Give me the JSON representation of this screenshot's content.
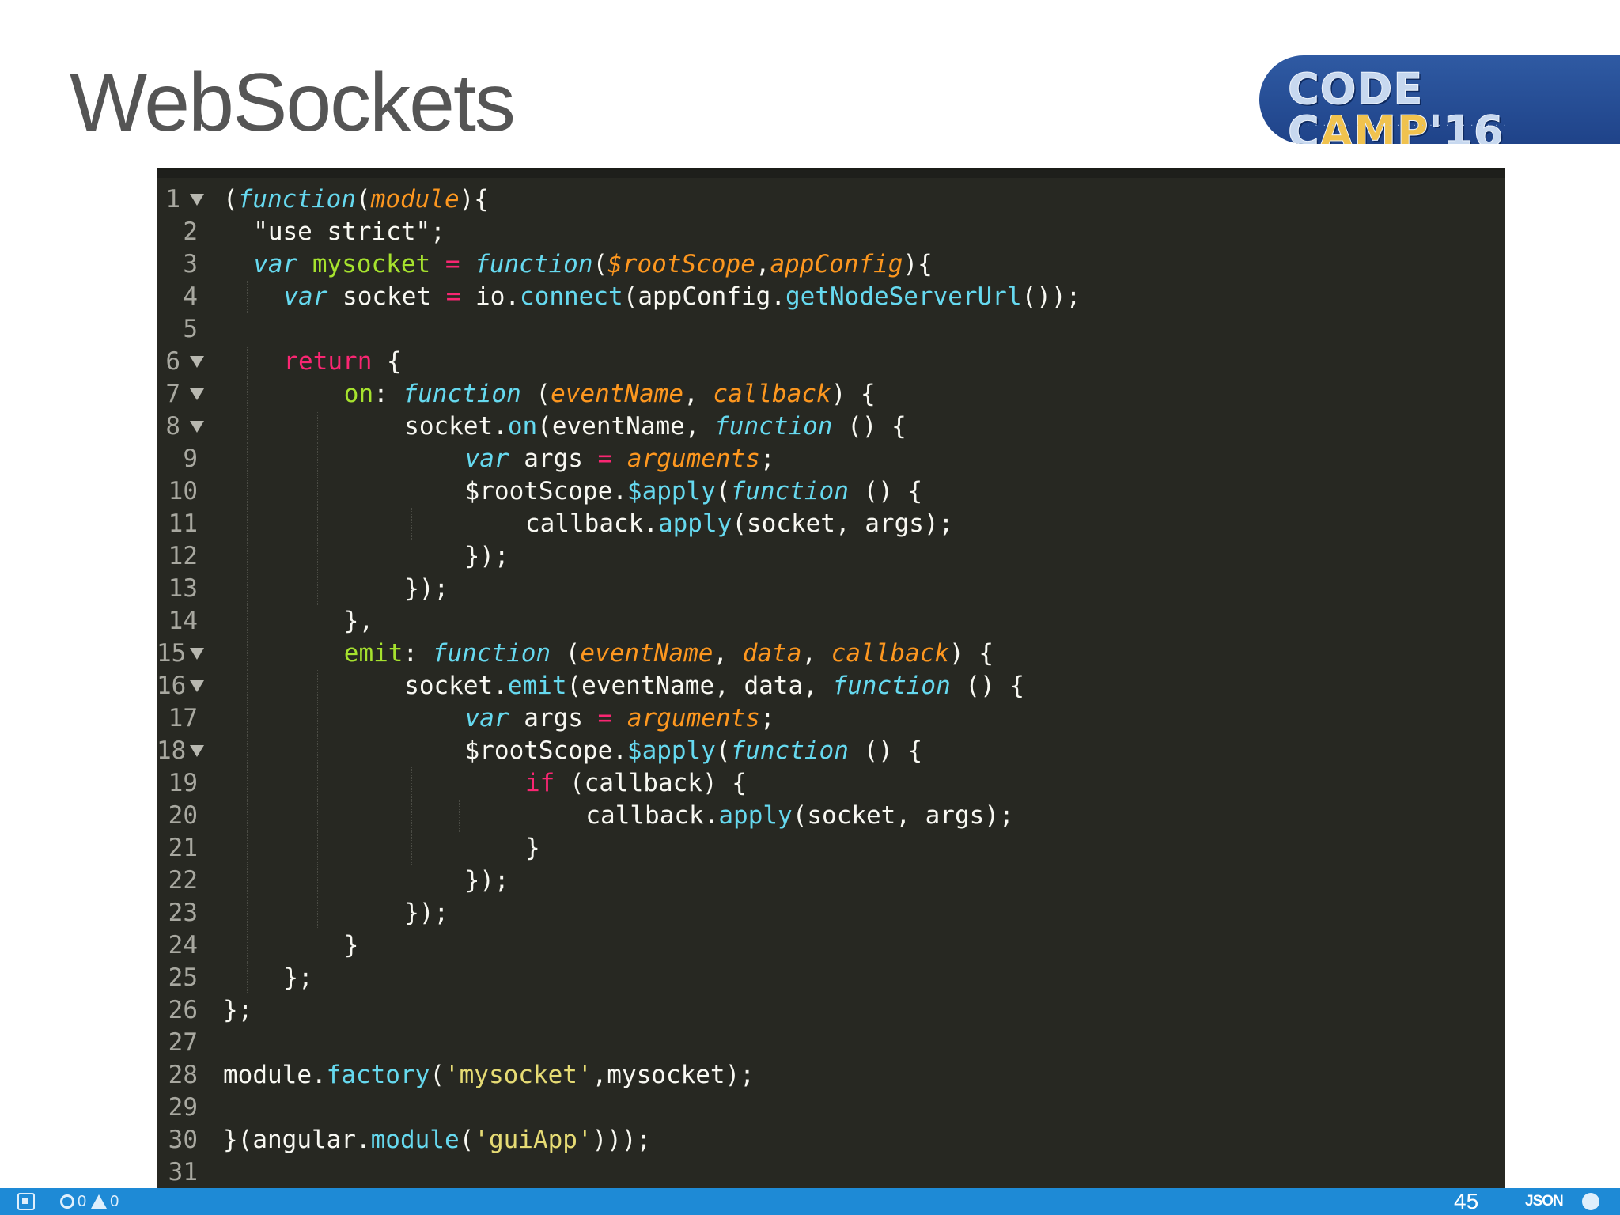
{
  "slide": {
    "title": "WebSockets",
    "page_number": "45"
  },
  "logo": {
    "text_pre": "CODE C",
    "text_amp": "AMP",
    "text_post": "'16"
  },
  "editor": {
    "lines": [
      {
        "n": "1",
        "fold": true,
        "indent": 0,
        "tokens": [
          [
            "pl",
            "("
          ],
          [
            "st",
            "function"
          ],
          [
            "pl",
            "("
          ],
          [
            "par",
            "module"
          ],
          [
            "pl",
            "){"
          ]
        ]
      },
      {
        "n": "2",
        "fold": false,
        "indent": 1,
        "tokens": [
          [
            "pl",
            "\"use strict\";"
          ]
        ]
      },
      {
        "n": "3",
        "fold": false,
        "indent": 1,
        "tokens": [
          [
            "st",
            "var"
          ],
          [
            "pl",
            " "
          ],
          [
            "prop",
            "mysocket"
          ],
          [
            "pl",
            " "
          ],
          [
            "kw",
            "="
          ],
          [
            "pl",
            " "
          ],
          [
            "st",
            "function"
          ],
          [
            "pl",
            "("
          ],
          [
            "par",
            "$rootScope"
          ],
          [
            "pl",
            ","
          ],
          [
            "par",
            "appConfig"
          ],
          [
            "pl",
            "){"
          ]
        ]
      },
      {
        "n": "4",
        "fold": false,
        "indent": 2,
        "tokens": [
          [
            "st",
            "var"
          ],
          [
            "pl",
            " socket "
          ],
          [
            "kw",
            "="
          ],
          [
            "pl",
            " io."
          ],
          [
            "fn",
            "connect"
          ],
          [
            "pl",
            "(appConfig."
          ],
          [
            "fn",
            "getNodeServerUrl"
          ],
          [
            "pl",
            "());"
          ]
        ]
      },
      {
        "n": "5",
        "fold": false,
        "indent": 0,
        "tokens": []
      },
      {
        "n": "6",
        "fold": true,
        "indent": 2,
        "tokens": [
          [
            "kw",
            "return"
          ],
          [
            "pl",
            " {"
          ]
        ]
      },
      {
        "n": "7",
        "fold": true,
        "indent": 4,
        "tokens": [
          [
            "prop",
            "on"
          ],
          [
            "pl",
            ": "
          ],
          [
            "st",
            "function"
          ],
          [
            "pl",
            " ("
          ],
          [
            "par",
            "eventName"
          ],
          [
            "pl",
            ", "
          ],
          [
            "par",
            "callback"
          ],
          [
            "pl",
            ") {"
          ]
        ]
      },
      {
        "n": "8",
        "fold": true,
        "indent": 6,
        "tokens": [
          [
            "pl",
            "socket."
          ],
          [
            "fn",
            "on"
          ],
          [
            "pl",
            "(eventName, "
          ],
          [
            "st",
            "function"
          ],
          [
            "pl",
            " () {"
          ]
        ]
      },
      {
        "n": "9",
        "fold": false,
        "indent": 8,
        "tokens": [
          [
            "st",
            "var"
          ],
          [
            "pl",
            " args "
          ],
          [
            "kw",
            "="
          ],
          [
            "pl",
            " "
          ],
          [
            "par",
            "arguments"
          ],
          [
            "pl",
            ";"
          ]
        ]
      },
      {
        "n": "10",
        "fold": false,
        "indent": 8,
        "tokens": [
          [
            "pl",
            "$rootScope."
          ],
          [
            "fn",
            "$apply"
          ],
          [
            "pl",
            "("
          ],
          [
            "st",
            "function"
          ],
          [
            "pl",
            " () {"
          ]
        ]
      },
      {
        "n": "11",
        "fold": false,
        "indent": 10,
        "tokens": [
          [
            "pl",
            "callback."
          ],
          [
            "fn",
            "apply"
          ],
          [
            "pl",
            "(socket, args);"
          ]
        ]
      },
      {
        "n": "12",
        "fold": false,
        "indent": 8,
        "tokens": [
          [
            "pl",
            "});"
          ]
        ]
      },
      {
        "n": "13",
        "fold": false,
        "indent": 6,
        "tokens": [
          [
            "pl",
            "});"
          ]
        ]
      },
      {
        "n": "14",
        "fold": false,
        "indent": 4,
        "tokens": [
          [
            "pl",
            "},"
          ]
        ]
      },
      {
        "n": "15",
        "fold": true,
        "indent": 4,
        "tokens": [
          [
            "prop",
            "emit"
          ],
          [
            "pl",
            ": "
          ],
          [
            "st",
            "function"
          ],
          [
            "pl",
            " ("
          ],
          [
            "par",
            "eventName"
          ],
          [
            "pl",
            ", "
          ],
          [
            "par",
            "data"
          ],
          [
            "pl",
            ", "
          ],
          [
            "par",
            "callback"
          ],
          [
            "pl",
            ") {"
          ]
        ]
      },
      {
        "n": "16",
        "fold": true,
        "indent": 6,
        "tokens": [
          [
            "pl",
            "socket."
          ],
          [
            "fn",
            "emit"
          ],
          [
            "pl",
            "(eventName, data, "
          ],
          [
            "st",
            "function"
          ],
          [
            "pl",
            " () {"
          ]
        ]
      },
      {
        "n": "17",
        "fold": false,
        "indent": 8,
        "tokens": [
          [
            "st",
            "var"
          ],
          [
            "pl",
            " args "
          ],
          [
            "kw",
            "="
          ],
          [
            "pl",
            " "
          ],
          [
            "par",
            "arguments"
          ],
          [
            "pl",
            ";"
          ]
        ]
      },
      {
        "n": "18",
        "fold": true,
        "indent": 8,
        "tokens": [
          [
            "pl",
            "$rootScope."
          ],
          [
            "fn",
            "$apply"
          ],
          [
            "pl",
            "("
          ],
          [
            "st",
            "function"
          ],
          [
            "pl",
            " () {"
          ]
        ]
      },
      {
        "n": "19",
        "fold": false,
        "indent": 10,
        "tokens": [
          [
            "kw",
            "if"
          ],
          [
            "pl",
            " (callback) {"
          ]
        ]
      },
      {
        "n": "20",
        "fold": false,
        "indent": 12,
        "tokens": [
          [
            "pl",
            "callback."
          ],
          [
            "fn",
            "apply"
          ],
          [
            "pl",
            "(socket, args);"
          ]
        ]
      },
      {
        "n": "21",
        "fold": false,
        "indent": 10,
        "tokens": [
          [
            "pl",
            "}"
          ]
        ]
      },
      {
        "n": "22",
        "fold": false,
        "indent": 8,
        "tokens": [
          [
            "pl",
            "});"
          ]
        ]
      },
      {
        "n": "23",
        "fold": false,
        "indent": 6,
        "tokens": [
          [
            "pl",
            "});"
          ]
        ]
      },
      {
        "n": "24",
        "fold": false,
        "indent": 4,
        "tokens": [
          [
            "pl",
            "}"
          ]
        ]
      },
      {
        "n": "25",
        "fold": false,
        "indent": 2,
        "tokens": [
          [
            "pl",
            "};"
          ]
        ]
      },
      {
        "n": "26",
        "fold": false,
        "indent": 0,
        "tokens": [
          [
            "pl",
            "};"
          ]
        ]
      },
      {
        "n": "27",
        "fold": false,
        "indent": 0,
        "tokens": []
      },
      {
        "n": "28",
        "fold": false,
        "indent": 0,
        "tokens": [
          [
            "pl",
            "module."
          ],
          [
            "fn",
            "factory"
          ],
          [
            "pl",
            "("
          ],
          [
            "str",
            "'mysocket'"
          ],
          [
            "pl",
            ",mysocket);"
          ]
        ]
      },
      {
        "n": "29",
        "fold": false,
        "indent": 0,
        "tokens": []
      },
      {
        "n": "30",
        "fold": false,
        "indent": 0,
        "tokens": [
          [
            "pl",
            "}(angular."
          ],
          [
            "fn",
            "module"
          ],
          [
            "pl",
            "("
          ],
          [
            "str",
            "'guiApp'"
          ],
          [
            "pl",
            ")));"
          ]
        ]
      },
      {
        "n": "31",
        "fold": false,
        "indent": 0,
        "tokens": []
      }
    ]
  },
  "statusbar": {
    "errors": "0",
    "warnings": "0",
    "language": "JSON"
  },
  "colors": {
    "editor_bg": "#272822",
    "keyword": "#f92672",
    "storage": "#66d9ef",
    "param": "#fd971f",
    "string": "#e6db74",
    "property": "#a6e22e",
    "statusbar": "#1e8ad6"
  }
}
